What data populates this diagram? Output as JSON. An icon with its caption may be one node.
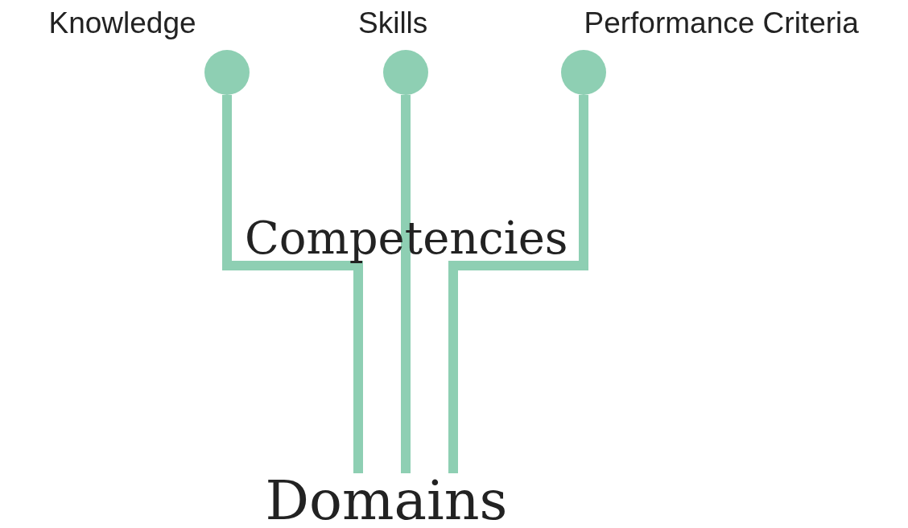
{
  "diagram": {
    "nodes": [
      {
        "text": [],
        "shape": "circle",
        "beside": [
          "Knowledge"
        ]
      },
      {
        "text": [],
        "shape": "circle",
        "beside": [
          "Skills"
        ]
      },
      {
        "text": [],
        "shape": "circle",
        "beside": [
          "Performance Criteria"
        ]
      },
      {
        "text": [
          "Domains"
        ]
      }
    ],
    "edges": [
      {
        "from": 0,
        "to": 3,
        "arrow": "none"
      },
      {
        "from": 1,
        "to": 3,
        "arrow": "none"
      },
      {
        "from": 2,
        "to": 3,
        "arrow": "none"
      }
    ],
    "labels": [
      "Competencies"
    ]
  }
}
